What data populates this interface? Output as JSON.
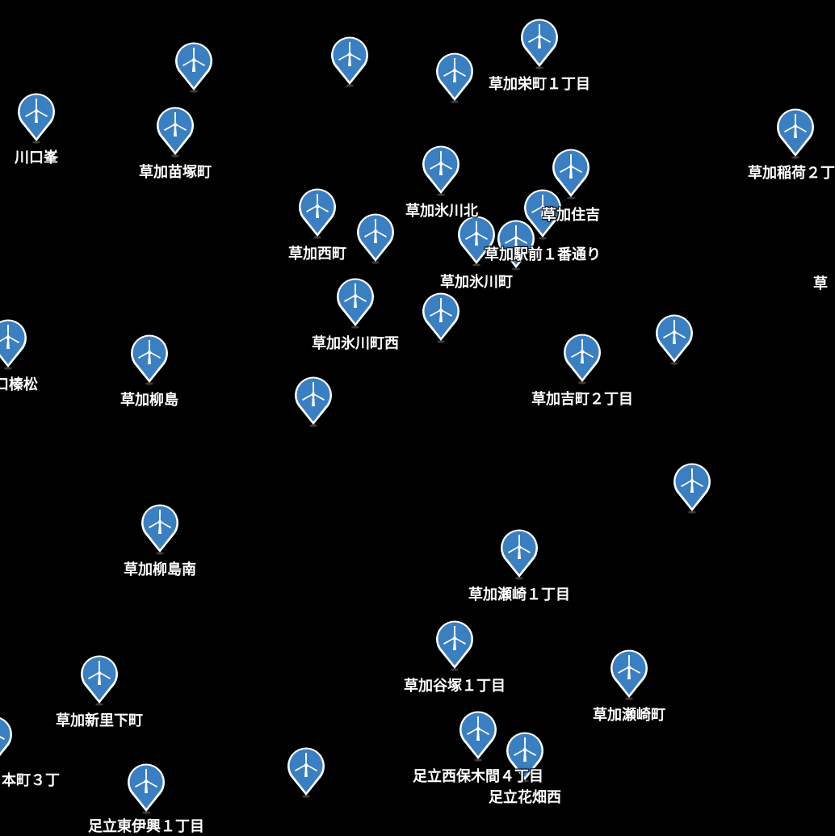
{
  "map": {
    "background_color": "#000000",
    "marker_color": "#3a7fc1",
    "marker_icon": "wind-turbine-icon",
    "labels": [
      "川口峯",
      "草加苗塚町",
      "草加栄町１丁目",
      "草加稲荷２丁",
      "草加氷川北",
      "草加住吉",
      "草加西町",
      "草加駅前１番通り",
      "草加氷川町",
      "草加氷川町西",
      "草加柳島",
      "草加吉町２丁目",
      "草加柳島南",
      "草加瀬崎１丁目",
      "草加谷塚１丁目",
      "草加瀬崎町",
      "草加新里下町",
      "足立西保木間４丁目",
      "足立花畑西",
      "草",
      "口榛松",
      "本町３丁",
      "足立東伊興１丁目"
    ]
  }
}
